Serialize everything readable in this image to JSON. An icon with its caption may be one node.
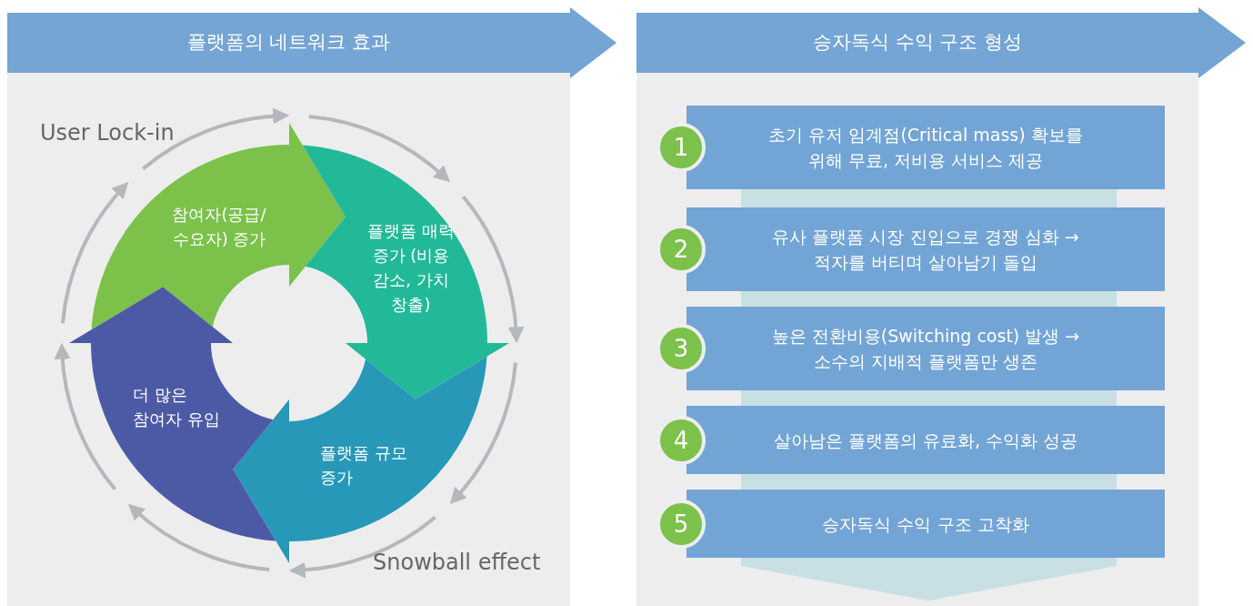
{
  "diagram": {
    "nodes": [
      {
        "text": [
          "플랫폼의 네트워크 효과"
        ]
      },
      {
        "text": [
          "참여자(공급/ 수요자) 증가"
        ]
      },
      {
        "text": [
          "플랫폼 매력 증가 (비용 감소, 가치 창출)"
        ]
      },
      {
        "text": [
          "플랫폼 규모 증가"
        ]
      },
      {
        "text": [
          "더 많은 참여자 유입"
        ]
      },
      {
        "text": [
          "승자독식 수익 구조 형성"
        ]
      },
      {
        "text": [
          "1"
        ]
      },
      {
        "text": [
          "초기 유저 임계점(Critical mass) 확보를 위해 무료, 저비용 서비스 제공"
        ]
      },
      {
        "text": [
          "2"
        ]
      },
      {
        "text": [
          "유사 플랫폼 시장 진입으로 경쟁 심화 → 적자를 버티며 살아남기 돌입"
        ]
      },
      {
        "text": [
          "3"
        ]
      },
      {
        "text": [
          "높은 전환비용(Switching cost) 발생 → 소수의 지배적 플랫폼만 생존"
        ]
      },
      {
        "text": [
          "4"
        ]
      },
      {
        "text": [
          "살아남은 플랫폼의 유료화, 수익화 성공"
        ]
      },
      {
        "text": [
          "5"
        ]
      },
      {
        "text": [
          "승자독식 수익 구조 고착화"
        ]
      }
    ],
    "labels": [
      "User Lock-in",
      "Snowball effect"
    ]
  }
}
